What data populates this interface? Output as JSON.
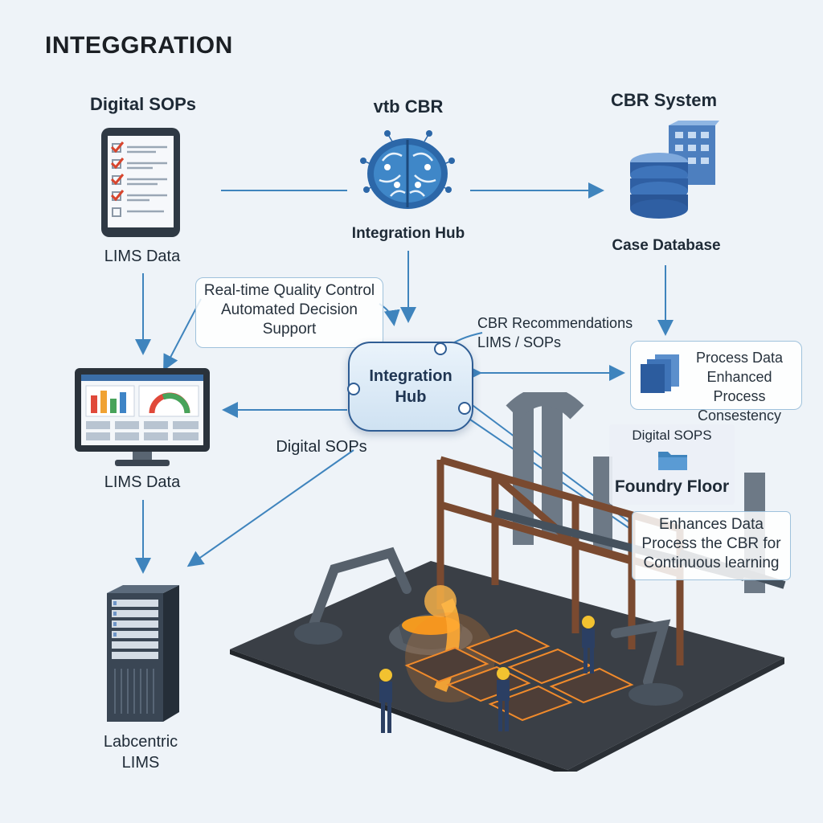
{
  "title": "INTEGGRATION",
  "labels": {
    "digital_sops_top": "Digital SOPs",
    "vtb_cbr": "vtb CBR",
    "cbr_system": "CBR System",
    "integration_hub_top": "Integration Hub",
    "case_database": "Case Database",
    "lims_data_top": "LIMS Data",
    "lims_data_mid": "LIMS Data",
    "digital_sops_mid": "Digital SOPs",
    "labcentric_line1": "Labcentric",
    "labcentric_line2": "LIMS",
    "foundry_floor": "Foundry Floor",
    "digital_sops_caps": "Digital SOPS"
  },
  "callouts": {
    "quality": [
      "Real-time Quality Control",
      "Automated Decision",
      "Support"
    ],
    "recommend": [
      "CBR Recommendations",
      "LIMS / SOPs"
    ],
    "process": [
      "Process Data",
      "Enhanced Process",
      "Consestency"
    ],
    "enhances": [
      "Enhances Data",
      "Process the CBR for",
      "Continuous learning"
    ]
  },
  "hub": {
    "line1": "Integration",
    "line2": "Hub"
  },
  "colors": {
    "background": "#eef3f8",
    "arrow": "#3f84bd",
    "hub_border": "#2f5d94",
    "molten": "#f39a1f",
    "floor": "#3a3f46",
    "frame": "#7a4a30"
  },
  "icons": [
    "tablet-checklist-icon",
    "brain-network-icon",
    "database-stack-icon",
    "monitor-dashboard-icon",
    "server-rack-icon",
    "folder-icon",
    "process-data-icon"
  ]
}
